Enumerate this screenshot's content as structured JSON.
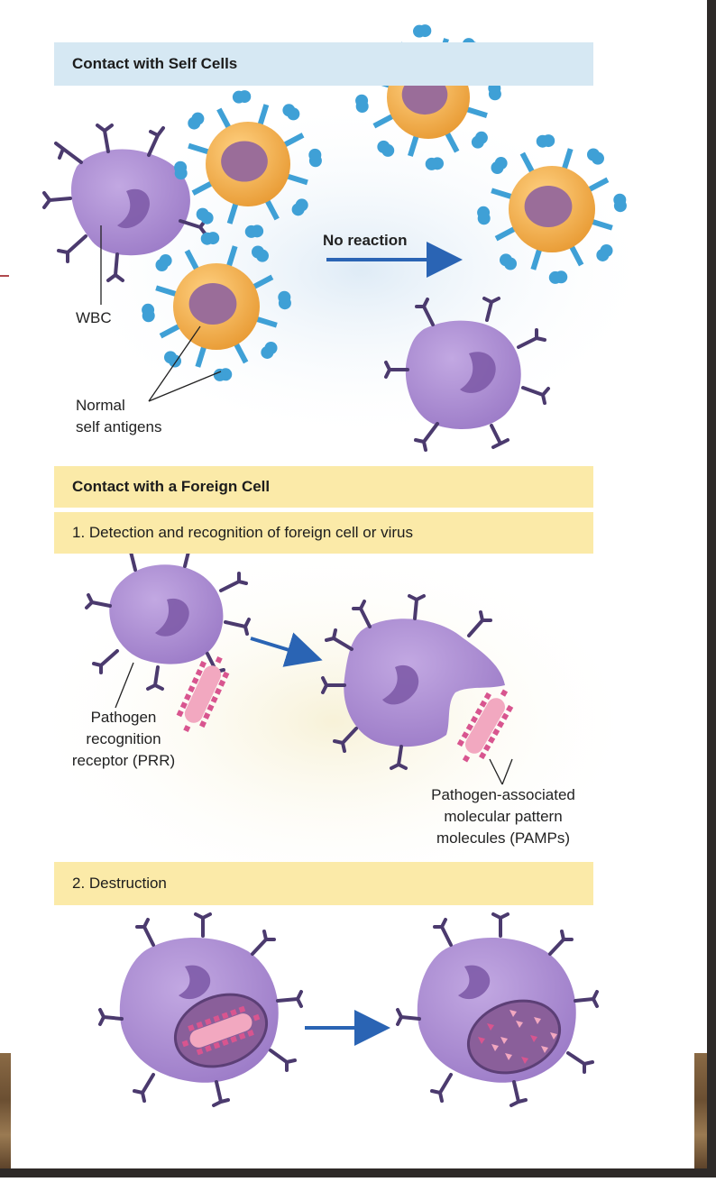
{
  "sections": {
    "self": {
      "title": "Contact with Self Cells"
    },
    "foreign": {
      "title": "Contact with a Foreign Cell"
    },
    "step1": {
      "title": "1. Detection and recognition of foreign cell or virus"
    },
    "step2": {
      "title": "2. Destruction"
    }
  },
  "labels": {
    "wbc": "WBC",
    "self_antigens": "Normal\nself antigens",
    "no_reaction": "No reaction",
    "prr": "Pathogen\nrecognition\nreceptor (PRR)",
    "pamps": "Pathogen-associated\nmolecular pattern\nmolecules (PAMPs)"
  },
  "colors": {
    "wbc": "#a98bd0",
    "wbc_nucleus": "#7e5ba8",
    "receptor": "#4b3a6e",
    "self_cell": "#f2b04e",
    "self_nucleus": "#9a6d99",
    "antigen": "#3fa0d6",
    "pathogen": "#f2a8c0",
    "pamp": "#d8558f",
    "arrow": "#2a64b4"
  }
}
